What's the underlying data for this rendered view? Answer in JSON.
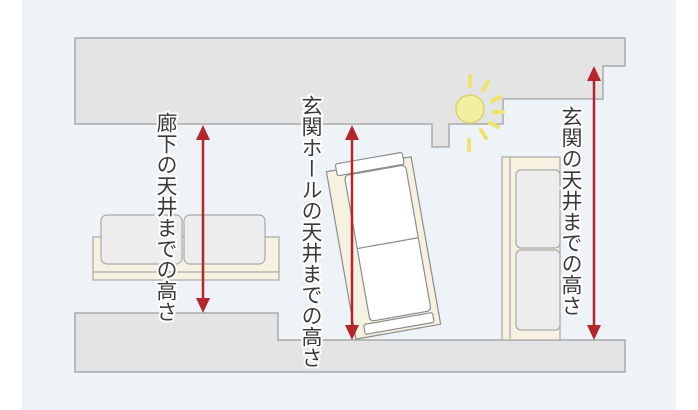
{
  "labels": {
    "corridor": "廊下の天井までの高さ",
    "entrance_hall": "玄関ホールの天井までの高さ",
    "entrance": "玄関の天井までの高さ"
  },
  "colors": {
    "background": "#eef3f8",
    "wall": "#e4e4e4",
    "wall_stroke": "#a9a9a9",
    "arrow": "#b3262e",
    "furniture_fill": "#ededed",
    "furniture_base": "#f6f1e0",
    "light": "#f2f0a0",
    "light_rays": "#ece36a"
  },
  "icons": [
    "ceiling-light-icon",
    "sofa-icon",
    "tilted-sofa-icon",
    "upright-sofa-icon"
  ]
}
